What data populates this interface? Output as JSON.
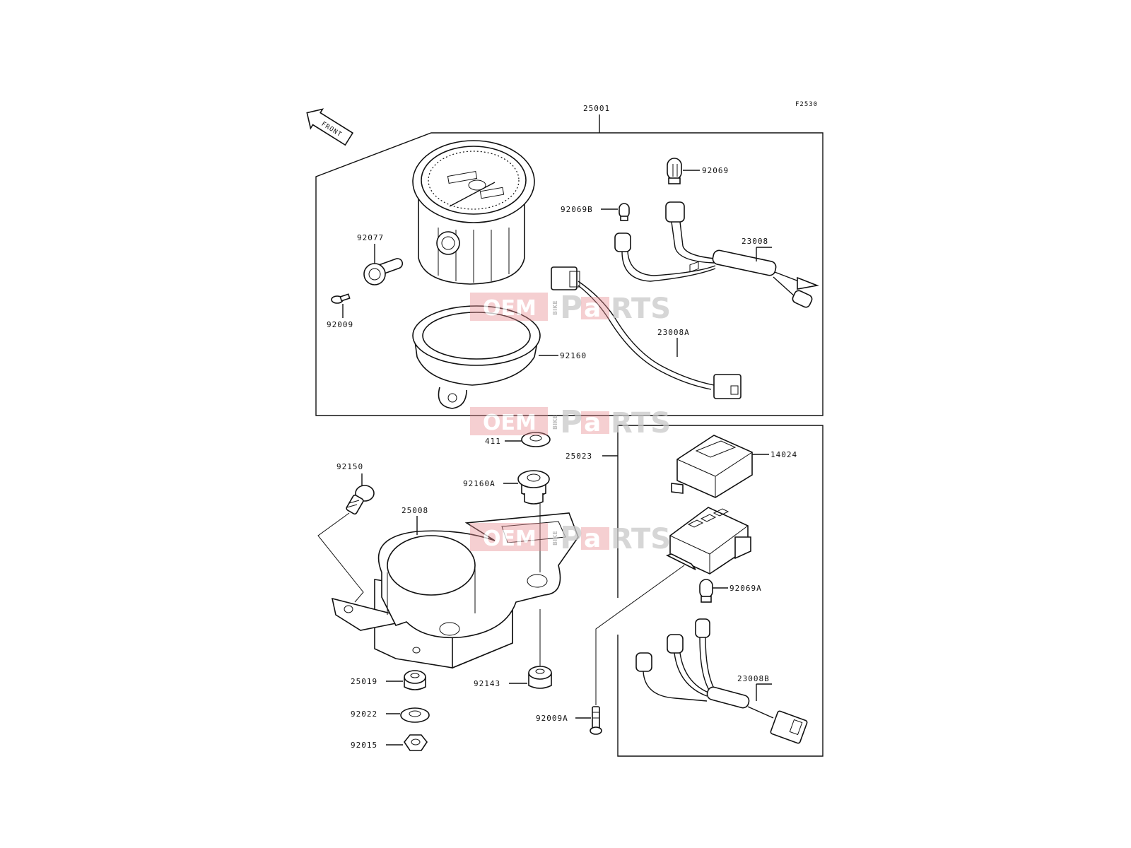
{
  "diagram": {
    "figure_code": "F2530",
    "front_label": "FRONT",
    "watermark": {
      "brand_left": "OEM",
      "brand_small": "BIKE",
      "brand_right_a": "P",
      "brand_right_b": "a",
      "brand_right_c": "RTS"
    },
    "parts": {
      "p25001": "25001",
      "p92069": "92069",
      "p92069b": "92069B",
      "p23008": "23008",
      "p92077": "92077",
      "p92009": "92009",
      "p23008a": "23008A",
      "p92160": "92160",
      "p411": "411",
      "p25023": "25023",
      "p14024": "14024",
      "p92150": "92150",
      "p92160a": "92160A",
      "p25008": "25008",
      "p92069a": "92069A",
      "p23008b": "23008B",
      "p25019": "25019",
      "p92143": "92143",
      "p92022": "92022",
      "p92009a": "92009A",
      "p92015": "92015"
    }
  }
}
